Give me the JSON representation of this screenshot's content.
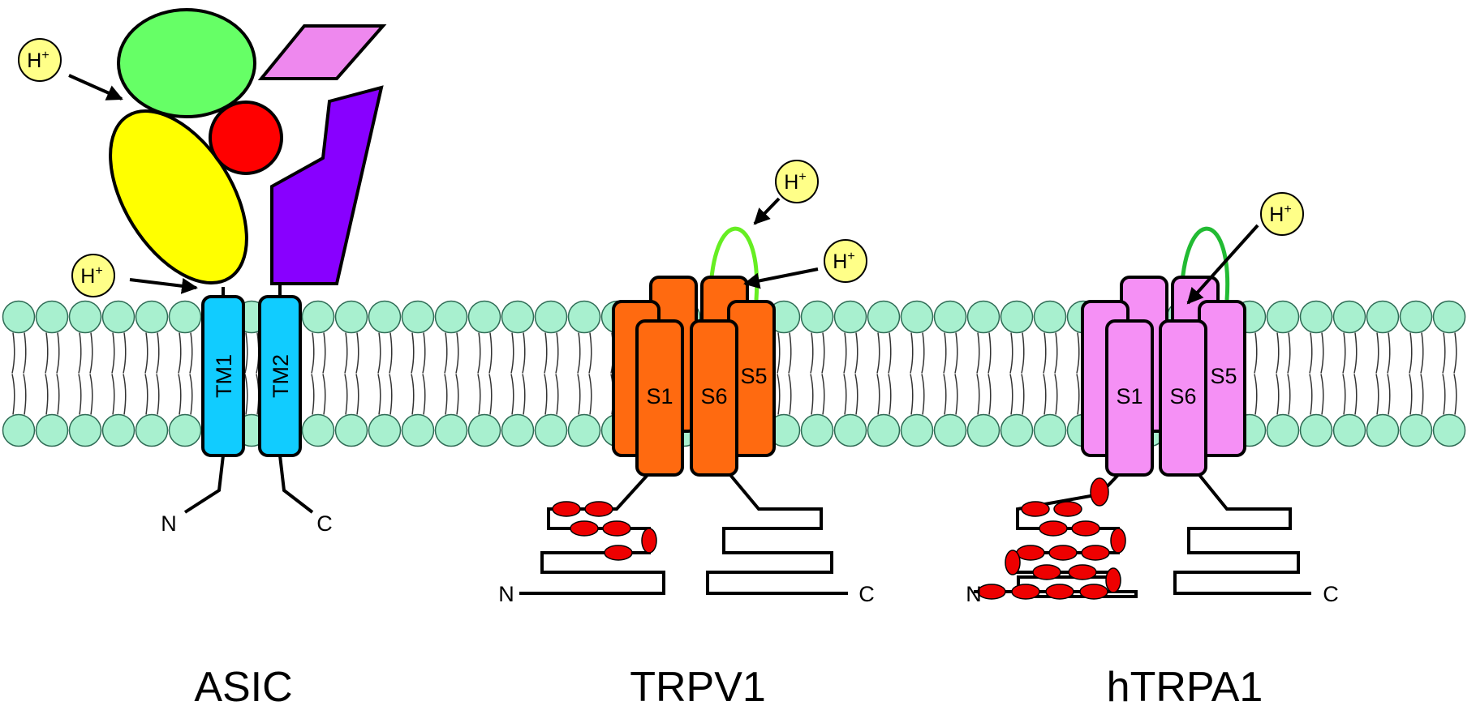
{
  "colors": {
    "membrane_head": "#a8f0cf",
    "asic_green": "#66ff66",
    "asic_yellow": "#ffff00",
    "asic_red": "#ff0000",
    "asic_pink": "#ee88ee",
    "asic_purple": "#8800ff",
    "asic_tm": "#11ccff",
    "trpv1_body": "#ff6a10",
    "trpa1_body": "#f590f5",
    "trpv1_loop": "#66ee22",
    "trpa1_loop": "#22bb33",
    "ankyrin": "#ee0000",
    "proton_fill": "#ffff88"
  },
  "proton": {
    "symbol": "H",
    "charge": "+"
  },
  "channels": {
    "asic": {
      "name": "ASIC",
      "tm1_label": "TM1",
      "tm2_label": "TM2",
      "n_terminus": "N",
      "c_terminus": "C"
    },
    "trpv1": {
      "name": "TRPV1",
      "s1_label": "S1",
      "s6_label": "S6",
      "s5_label": "S5",
      "n_terminus": "N",
      "c_terminus": "C"
    },
    "trpa1": {
      "name": "hTRPA1",
      "s1_label": "S1",
      "s6_label": "S6",
      "s5_label": "S5",
      "n_terminus": "N",
      "c_terminus": "C"
    }
  }
}
